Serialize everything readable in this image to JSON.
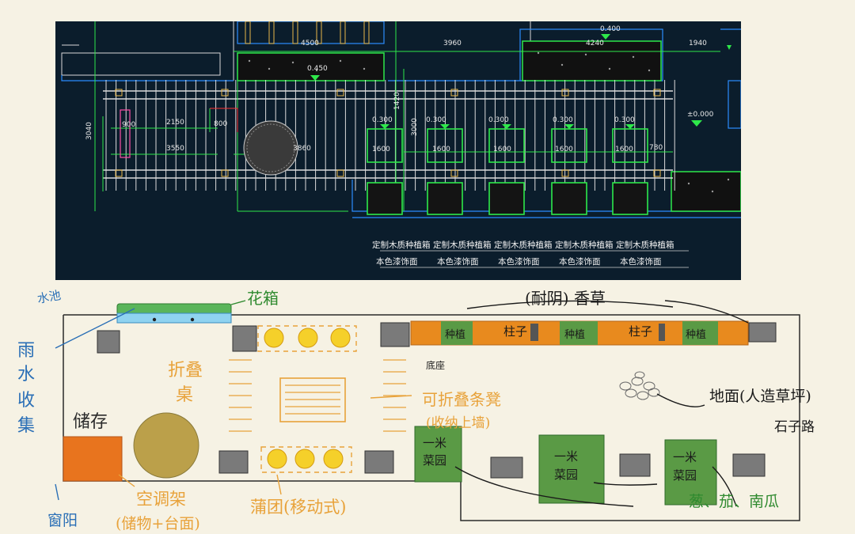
{
  "cad": {
    "top_dims": [
      "4500",
      "3960",
      "4240",
      "1940"
    ],
    "elevations": [
      "0.450",
      "0.400",
      "±0.000"
    ],
    "pergola_vertical_dims": [
      "1420",
      "3040"
    ],
    "pergola_dims": [
      "2150",
      "800",
      "3550",
      "3000",
      "3860",
      "900",
      "780"
    ],
    "box_dims": [
      "1600",
      "1600",
      "1600",
      "1600",
      "1600"
    ],
    "box_elevations": [
      "0.300",
      "0.300",
      "0.300",
      "0.300",
      "0.300"
    ],
    "box_labels_line1": [
      "定制木质种植箱",
      "定制木质种植箱",
      "定制木质种植箱",
      "定制木质种植箱",
      "定制木质种植箱"
    ],
    "box_labels_line2": [
      "本色漆饰面",
      "本色漆饰面",
      "本色漆饰面",
      "本色漆饰面",
      "本色漆饰面"
    ]
  },
  "sketch": {
    "pond": "水池",
    "flower_box": "花箱",
    "rain_collect": [
      "雨",
      "水",
      "收",
      "集"
    ],
    "shade_herbs": "(耐阴) 香草",
    "planting": [
      "种植",
      "种植",
      "种植"
    ],
    "columns": [
      "柱子",
      "柱子"
    ],
    "base": "底座",
    "folding_table": [
      "折叠",
      "桌"
    ],
    "bench": "可折叠条凳",
    "bench_note": "(收纳上墙)",
    "shed": "储存",
    "ground": "地面(人造草坪)",
    "stone_path": "石子路",
    "veg_beds": [
      [
        "一米",
        "菜园"
      ],
      [
        "一米",
        "菜园"
      ],
      [
        "一米",
        "菜园"
      ]
    ],
    "ac_rack": "空调架",
    "ac_rack_note": "(储物+台面)",
    "cushion": "蒲团(移动式)",
    "crops": "葱、茄、南瓜",
    "window_corner": "窗阳",
    "colors": {
      "orange": "#e88a1e",
      "green": "#5a9a45",
      "blue": "#2a6fb6",
      "cad_bg": "#0b1d2c"
    }
  }
}
